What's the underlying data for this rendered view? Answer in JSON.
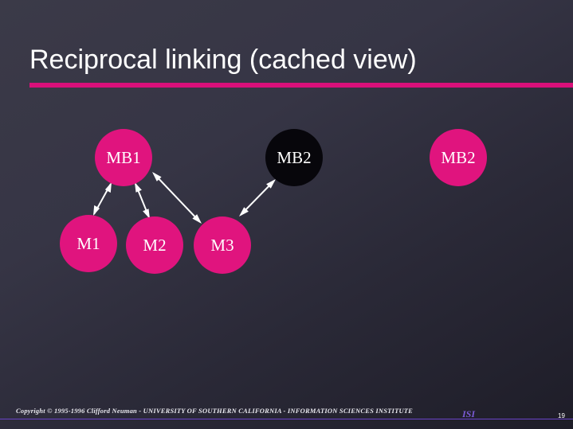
{
  "slide": {
    "title": "Reciprocal linking (cached view)",
    "accent_color": "#d9107a",
    "node_color": "#e0147e",
    "dark_node_color": "#07060b"
  },
  "diagram": {
    "nodes": {
      "mb1": "MB1",
      "mb2_dark": "MB2",
      "mb2_pink": "MB2",
      "m1": "M1",
      "m2": "M2",
      "m3": "M3"
    },
    "links": [
      {
        "from": "MB1",
        "to": "M1",
        "type": "bidirectional"
      },
      {
        "from": "MB1",
        "to": "M2",
        "type": "bidirectional"
      },
      {
        "from": "MB1",
        "to": "M3",
        "type": "bidirectional"
      },
      {
        "from": "M3",
        "to": "MB2",
        "type": "bidirectional"
      }
    ]
  },
  "footer": {
    "copyright": "Copyright © 1995-1996 Clifford Neuman - UNIVERSITY OF SOUTHERN CALIFORNIA - INFORMATION SCIENCES INSTITUTE",
    "logo": "ISI",
    "page_number": "19"
  }
}
